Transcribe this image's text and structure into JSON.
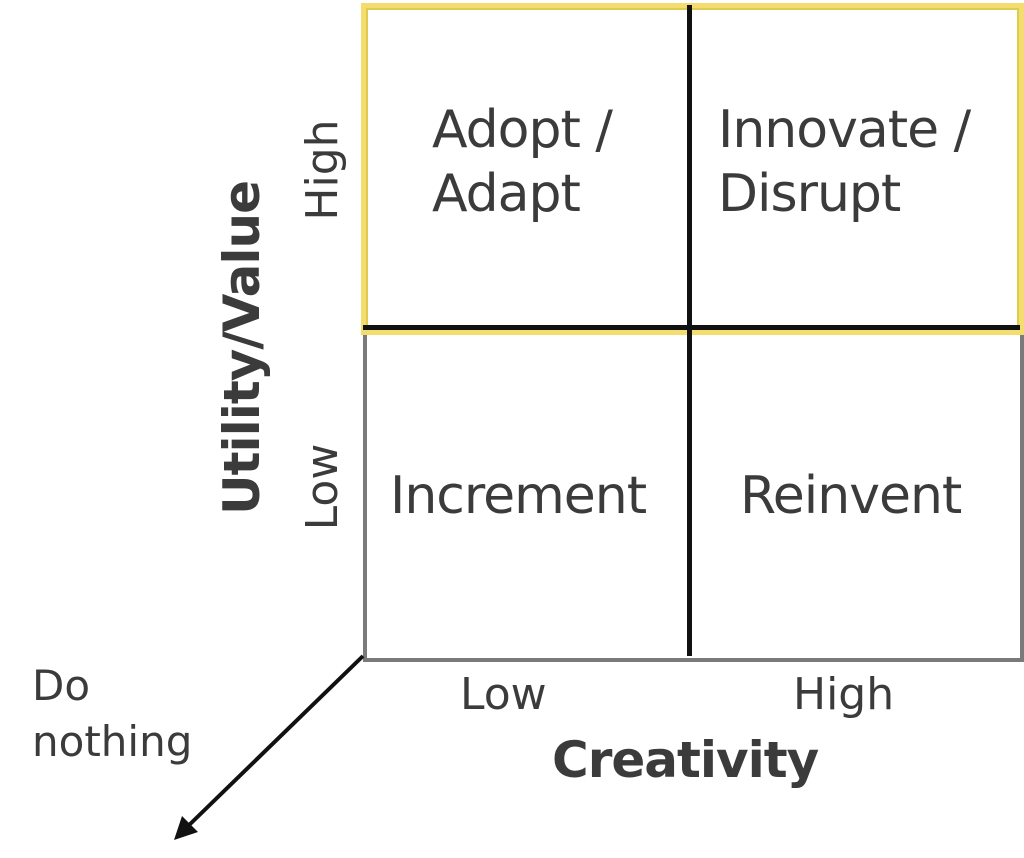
{
  "quadrants": {
    "top_left": [
      "Adopt /",
      "Adapt"
    ],
    "top_right": [
      "Innovate /",
      "Disrupt"
    ],
    "bottom_left": "Increment",
    "bottom_right": "Reinvent"
  },
  "x_axis": {
    "title": "Creativity",
    "low": "Low",
    "high": "High"
  },
  "y_axis": {
    "title": "Utility/Value",
    "low": "Low",
    "high": "High"
  },
  "origin_arrow": {
    "label": [
      "Do",
      "nothing"
    ]
  },
  "colors": {
    "highlight": "#f2dd6e",
    "grid_outline": "#7a7a7a",
    "divider": "#111111",
    "text": "#3b3b3b"
  }
}
